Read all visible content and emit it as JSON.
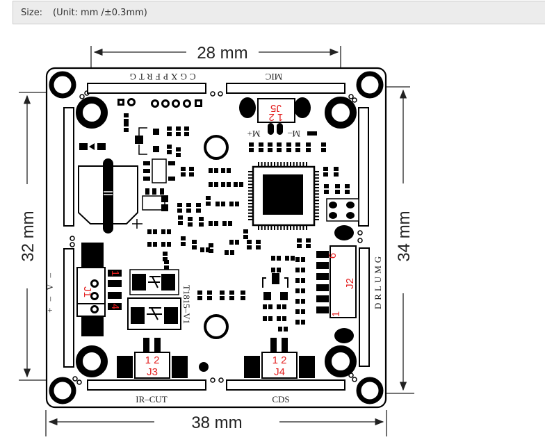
{
  "header": {
    "size_label": "Size:",
    "unit_note": "(Unit:  mm /±0.3mm)"
  },
  "dimensions": {
    "top": "28 mm",
    "bottom": "38 mm",
    "left": "32 mm",
    "right": "34 mm"
  },
  "silkscreen": {
    "top_left_header": "CGXPFRTG",
    "top_right_header": "MIC",
    "bottom_left_header": "IR–CUT",
    "bottom_right_header": "CDS",
    "right_header": "DRLUMG",
    "left_power": "+ – V –",
    "mic_plus": "M+",
    "mic_minus": "M–",
    "part_number": "T1815–V1"
  },
  "connectors": {
    "j1": {
      "name": "J1",
      "pin_first": "1",
      "pin_last": "4"
    },
    "j2": {
      "name": "J2",
      "pin_first": "1",
      "pin_last": "6"
    },
    "j3": {
      "name": "J3",
      "pins": "1  2"
    },
    "j4": {
      "name": "J4",
      "pins": "1  2"
    },
    "j5": {
      "name": "J5",
      "pins": "1  2"
    }
  },
  "colors": {
    "board_ink": "#000000",
    "label_red": "#e32020",
    "header_bg": "#ececec"
  }
}
